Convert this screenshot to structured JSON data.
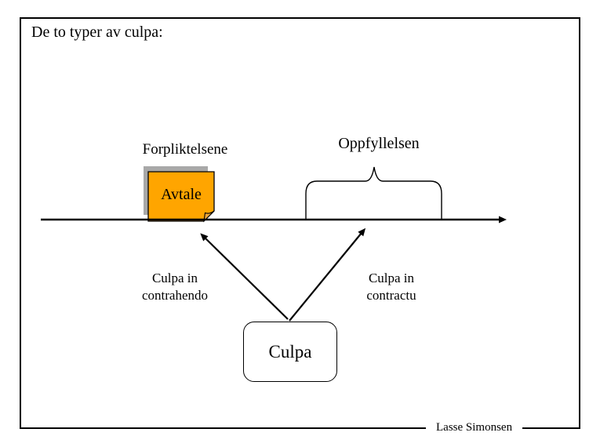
{
  "page": {
    "title": "De to typer av culpa:",
    "footer": "Lasse Simonsen"
  },
  "diagram": {
    "left_phase_label": "Forpliktelsene",
    "right_phase_label": "Oppfyllelsen",
    "note_label": "Avtale",
    "arrow_labels": [
      {
        "line1": "Culpa in",
        "line2": "contrahendo"
      },
      {
        "line1": "Culpa in",
        "line2": "contractu"
      }
    ],
    "culpa_box_label": "Culpa"
  },
  "colors": {
    "ink": "#000000",
    "note_fill": "#ffa500",
    "note_fold": "#eaa63c",
    "note_shadow": "#a8a8a8",
    "background": "#ffffff"
  }
}
